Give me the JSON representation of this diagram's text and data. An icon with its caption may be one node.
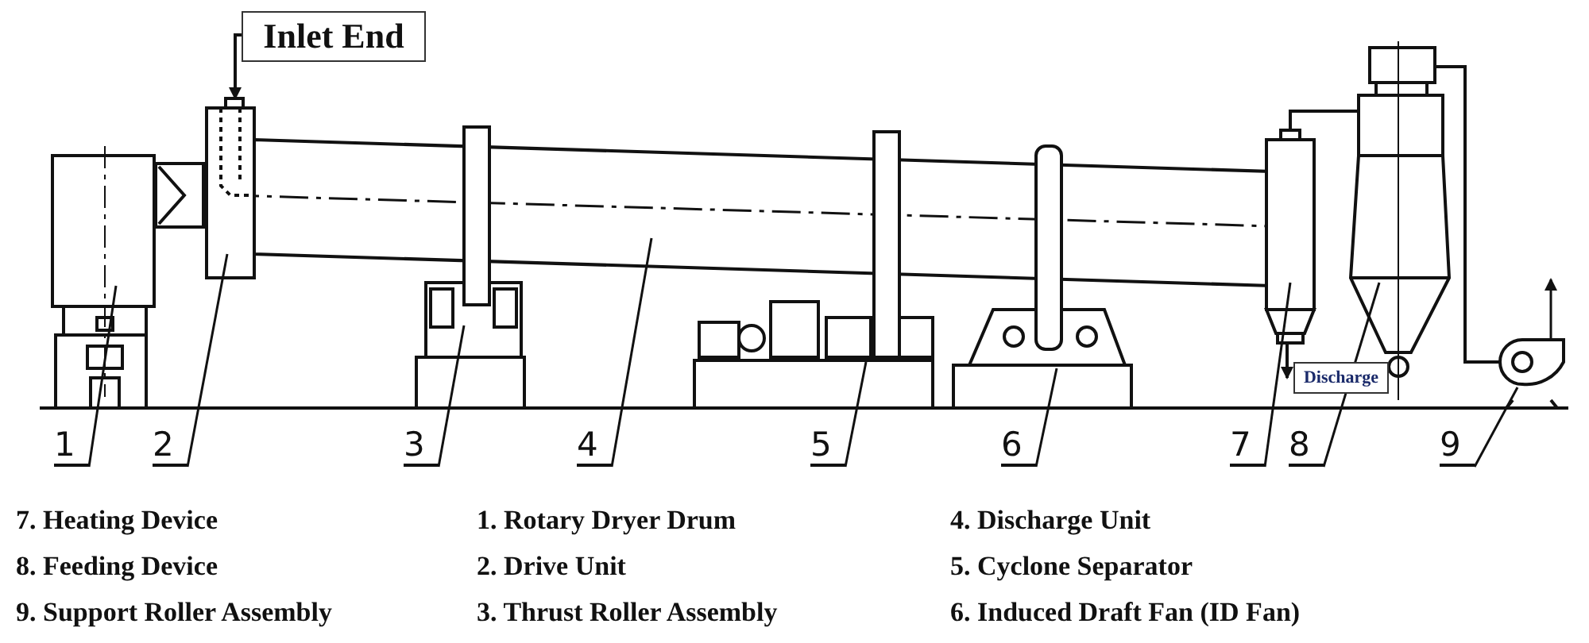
{
  "diagram": {
    "nodes": [
      {
        "text": [
          "Inlet End"
        ]
      },
      {
        "text": [
          "Discharge"
        ]
      },
      {
        "text": [
          "1"
        ]
      },
      {
        "text": [
          "2"
        ]
      },
      {
        "text": [
          "3"
        ]
      },
      {
        "text": [
          "4"
        ]
      },
      {
        "text": [
          "5"
        ]
      },
      {
        "text": [
          "6"
        ]
      },
      {
        "text": [
          "7"
        ]
      },
      {
        "text": [
          "8"
        ]
      },
      {
        "text": [
          "9"
        ]
      },
      {
        "text": [],
        "shape": "picture"
      },
      {
        "text": [],
        "shape": "picture"
      },
      {
        "text": [],
        "shape": "picture"
      },
      {
        "text": [],
        "shape": "picture"
      },
      {
        "text": [],
        "shape": "picture"
      },
      {
        "text": [],
        "shape": "picture"
      },
      {
        "text": [],
        "shape": "box"
      },
      {
        "text": [],
        "shape": "picture"
      },
      {
        "text": [],
        "shape": "picture"
      }
    ],
    "edges": [
      {
        "from": 0,
        "to": 12,
        "arrow": "to"
      },
      {
        "from": 2,
        "to": 11,
        "arrow": "none"
      },
      {
        "from": 3,
        "to": 12,
        "arrow": "none"
      },
      {
        "from": 4,
        "to": 13,
        "arrow": "none"
      },
      {
        "from": 5,
        "to": 14,
        "arrow": "none"
      },
      {
        "from": 6,
        "to": 15,
        "arrow": "none"
      },
      {
        "from": 7,
        "to": 16,
        "arrow": "none"
      },
      {
        "from": 8,
        "to": 17,
        "arrow": "none"
      },
      {
        "from": 9,
        "to": 18,
        "arrow": "none"
      },
      {
        "from": 10,
        "to": 19,
        "arrow": "none"
      },
      {
        "from": 17,
        "to": 18,
        "arrow": "none"
      },
      {
        "from": 18,
        "to": 19,
        "arrow": "none"
      },
      {
        "from": 17,
        "to": 1,
        "arrow": "to"
      }
    ],
    "labels": [
      "7. Heating Device",
      "1. Rotary Dryer Drum",
      "4. Discharge Unit",
      "8. Feeding Device",
      "2. Drive Unit",
      "5. Cyclone Separator",
      "9. Support Roller Assembly",
      "3. Thrust Roller Assembly",
      "6. Induced Draft Fan (ID Fan)"
    ]
  }
}
